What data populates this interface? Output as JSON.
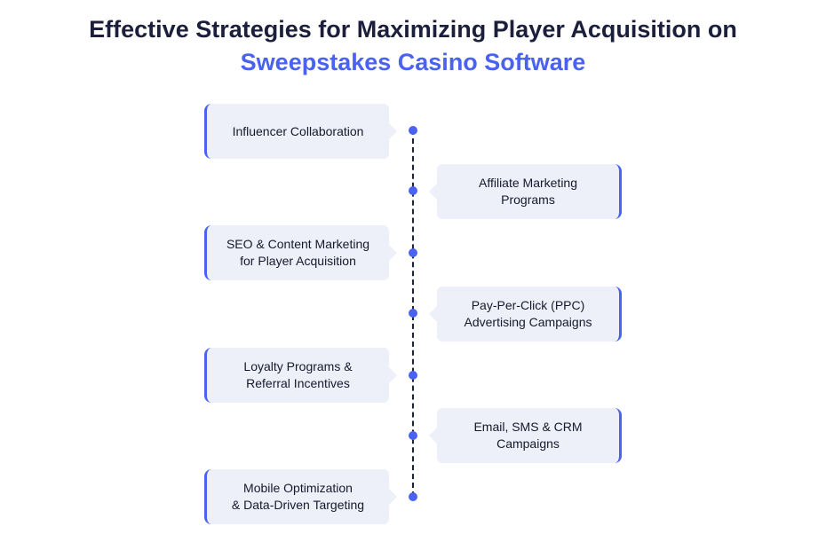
{
  "title": {
    "line1": "Effective Strategies for Maximizing Player Acquisition on",
    "line2": "Sweepstakes Casino Software"
  },
  "timeline": {
    "items": [
      {
        "label": "Influencer Collaboration"
      },
      {
        "label": "Affiliate Marketing\nPrograms"
      },
      {
        "label": "SEO & Content Marketing\nfor Player Acquisition"
      },
      {
        "label": "Pay-Per-Click (PPC)\nAdvertising Campaigns"
      },
      {
        "label": "Loyalty Programs &\nReferral Incentives"
      },
      {
        "label": "Email, SMS & CRM\nCampaigns"
      },
      {
        "label": "Mobile Optimization\n& Data-Driven Targeting"
      }
    ]
  },
  "colors": {
    "accent": "#4a62f2",
    "title_dark": "#1b1f3b",
    "card_bg": "#edf0f8"
  }
}
